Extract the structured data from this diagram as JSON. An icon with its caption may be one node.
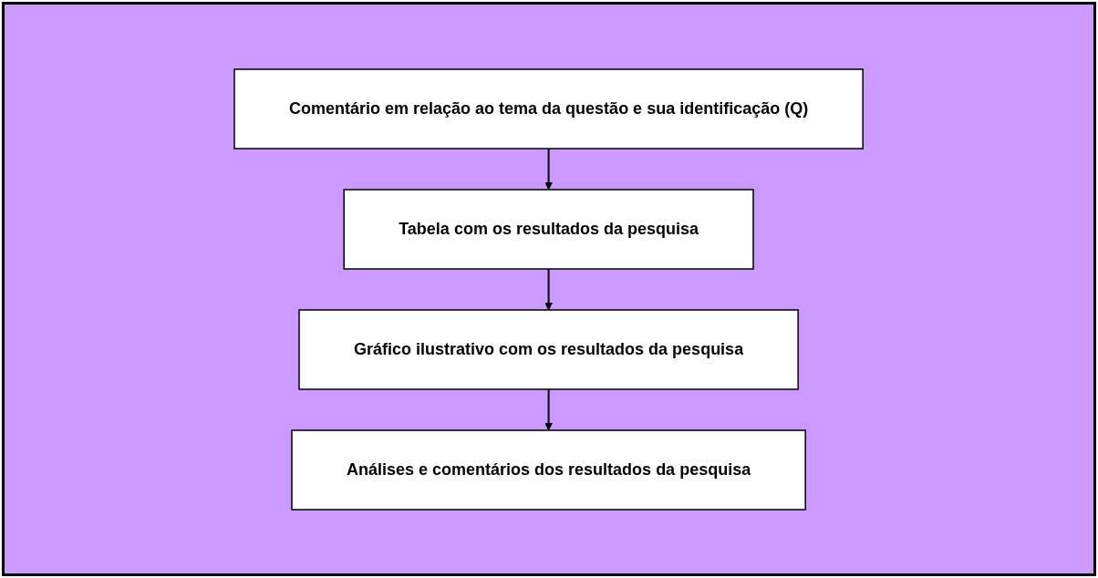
{
  "diagram": {
    "nodes": [
      {
        "text": [
          "Comentário em relação ao tema da questão e sua identificação (Q)"
        ]
      },
      {
        "text": [
          "Tabela com os resultados da pesquisa"
        ]
      },
      {
        "text": [
          "Gráfico ilustrativo com os resultados da pesquisa"
        ]
      },
      {
        "text": [
          "Análises e comentários dos resultados da pesquisa"
        ]
      }
    ],
    "edges": [
      {
        "from": 0,
        "to": 1,
        "arrow": "to"
      },
      {
        "from": 1,
        "to": 2,
        "arrow": "to"
      },
      {
        "from": 2,
        "to": 3,
        "arrow": "to"
      }
    ]
  }
}
